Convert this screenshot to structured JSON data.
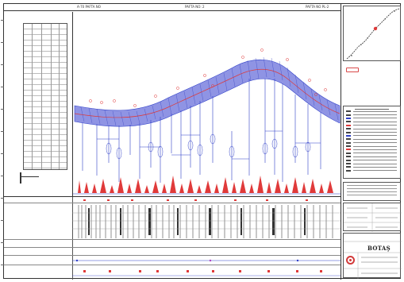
{
  "header": {
    "left_label": "A-70  PAFTA  NO",
    "center_label": "PAFTA NO: 2",
    "right_label": "PAFTA NO    PL-2"
  },
  "titleblock": {
    "title": "BOTAŞ"
  },
  "colors": {
    "pipeline_blue": "#2f3fc8",
    "hatch_blue": "#6e74d8",
    "marker_red": "#e03a3a",
    "line_gray": "#555555"
  },
  "icons": {
    "logo": "botas-logo",
    "north_arrow": "north-arrow-icon"
  }
}
